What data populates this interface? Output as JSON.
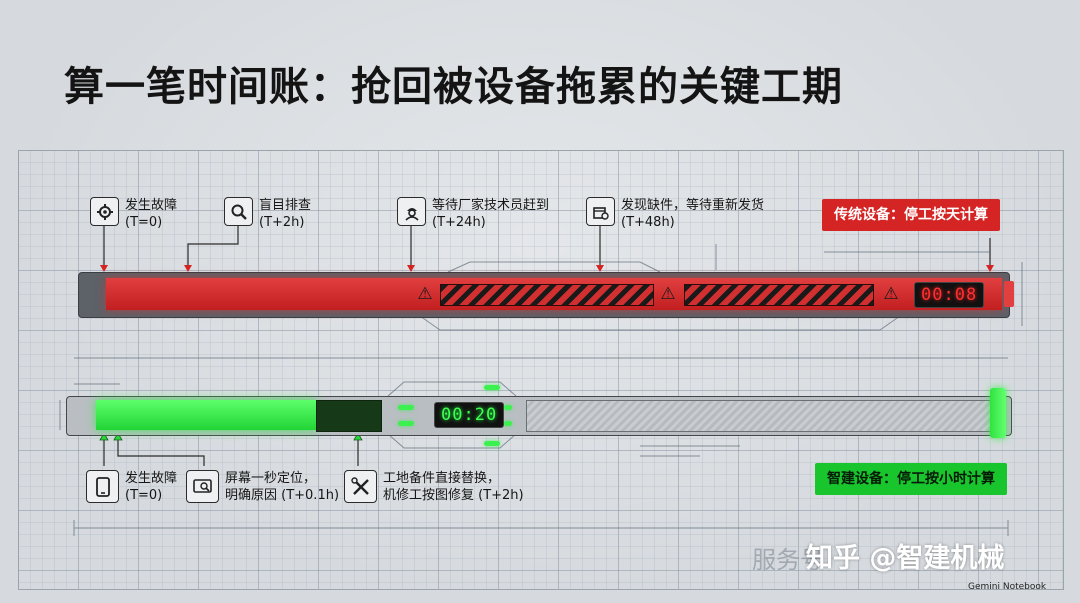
{
  "title": "算一笔时间账：抢回被设备拖累的关键工期",
  "traditional": {
    "label": "传统设备：停工按天计算",
    "timer": "00:08",
    "events": [
      {
        "icon": "gear-icon",
        "line1": "发生故障",
        "line2": "(T=0)"
      },
      {
        "icon": "magnifier-icon",
        "line1": "盲目排查",
        "line2": "(T+2h)"
      },
      {
        "icon": "worker-icon",
        "line1": "等待厂家技术员赶到",
        "line2": "(T+24h)"
      },
      {
        "icon": "parts-box-icon",
        "line1": "发现缺件，等待重新发货",
        "line2": "(T+48h)"
      }
    ]
  },
  "smart": {
    "label": "智建设备：停工按小时计算",
    "timer": "00:20",
    "events": [
      {
        "icon": "tablet-icon",
        "line1": "发生故障",
        "line2": "(T=0)"
      },
      {
        "icon": "screen-diagnose-icon",
        "line1": "屏幕一秒定位，",
        "line2": "明确原因 (T+0.1h)"
      },
      {
        "icon": "tools-icon",
        "line1": "工地备件直接替换，",
        "line2": "机修工按图修复 (T+2h)"
      }
    ]
  },
  "watermark": {
    "ghost": "服务号",
    "text": "知乎 @智建机械",
    "brand": "Gemini Notebook"
  },
  "colors": {
    "red": "#d42424",
    "green": "#18c52c"
  }
}
